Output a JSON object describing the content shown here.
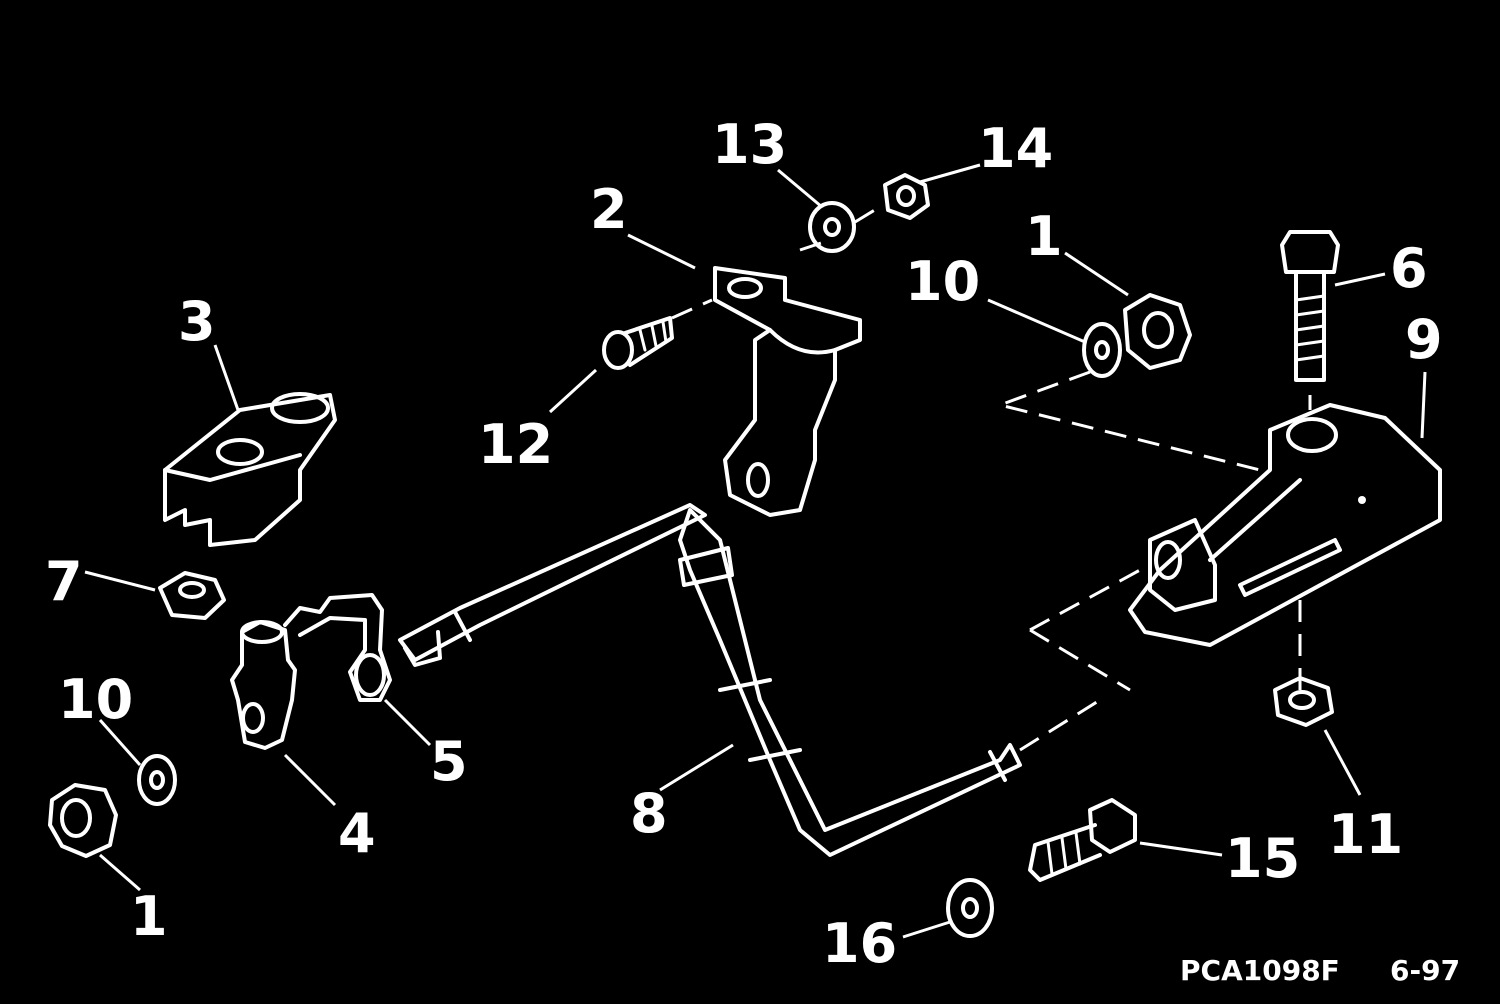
{
  "figure": {
    "code": "PCA1098F",
    "date": "6-97"
  },
  "callouts": [
    {
      "id": "c1a",
      "label": "1"
    },
    {
      "id": "c1b",
      "label": "1"
    },
    {
      "id": "c2",
      "label": "2"
    },
    {
      "id": "c3",
      "label": "3"
    },
    {
      "id": "c4",
      "label": "4"
    },
    {
      "id": "c5",
      "label": "5"
    },
    {
      "id": "c6",
      "label": "6"
    },
    {
      "id": "c7",
      "label": "7"
    },
    {
      "id": "c8",
      "label": "8"
    },
    {
      "id": "c9",
      "label": "9"
    },
    {
      "id": "c10a",
      "label": "10"
    },
    {
      "id": "c10b",
      "label": "10"
    },
    {
      "id": "c11",
      "label": "11"
    },
    {
      "id": "c12",
      "label": "12"
    },
    {
      "id": "c13",
      "label": "13"
    },
    {
      "id": "c14",
      "label": "14"
    },
    {
      "id": "c15",
      "label": "15"
    },
    {
      "id": "c16",
      "label": "16"
    }
  ]
}
